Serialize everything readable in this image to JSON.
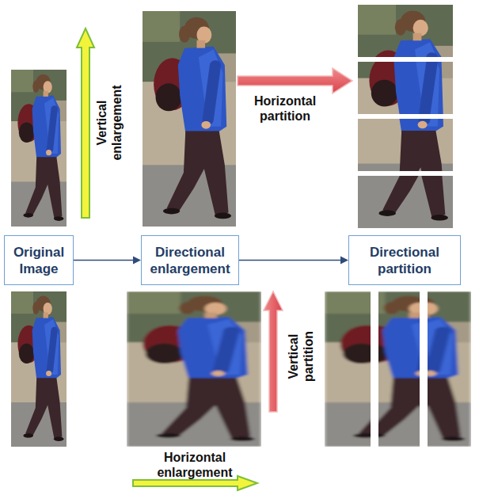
{
  "diagram": {
    "nodes": [
      {
        "text": [
          "Original Image"
        ]
      },
      {
        "text": [
          "Directional enlargement"
        ]
      },
      {
        "text": [
          "Directional partition"
        ]
      }
    ],
    "edges": [
      {
        "from": 0,
        "to": 1,
        "arrow": "to"
      },
      {
        "from": 1,
        "to": 2,
        "arrow": "to"
      }
    ],
    "labels": [
      "Vertical enlargement",
      "Horizontal partition",
      "Vertical partition",
      "Horizontal enlargement"
    ]
  }
}
